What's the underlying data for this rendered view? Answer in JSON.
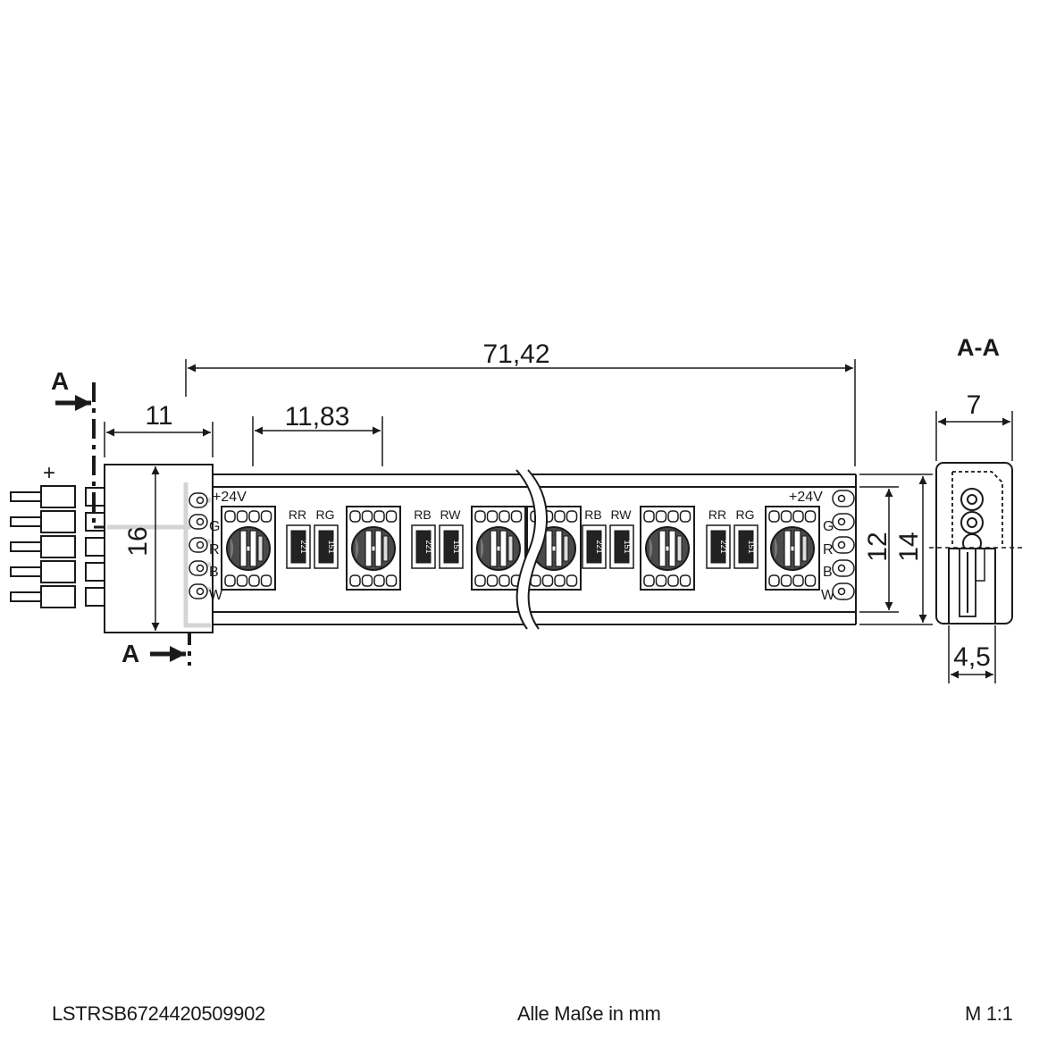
{
  "section_marker": "A",
  "section_title": "A-A",
  "dimensions": {
    "total_length": "71,42",
    "connector_length": "11",
    "pitch": "11,83",
    "connector_height": "16",
    "strip_width": "12",
    "profile_height": "14",
    "section_width": "7",
    "section_inner_width": "4,5"
  },
  "plus_sign": "+",
  "voltage_label": "+24V",
  "pin_labels": [
    "G",
    "R",
    "B",
    "W"
  ],
  "resistor_groups": [
    {
      "labels": [
        "RR",
        "RG"
      ],
      "values": [
        "221",
        "151"
      ]
    },
    {
      "labels": [
        "RB",
        "RW"
      ],
      "values": [
        "221",
        "151"
      ]
    },
    {
      "labels": [
        "RB",
        "RW"
      ],
      "values": [
        "221",
        "151"
      ]
    },
    {
      "labels": [
        "RR",
        "RG"
      ],
      "values": [
        "221",
        "151"
      ]
    }
  ],
  "footer": {
    "article_number": "LSTRSB6724420509902",
    "units_note": "Alle Maße in mm",
    "scale": "M 1:1"
  }
}
